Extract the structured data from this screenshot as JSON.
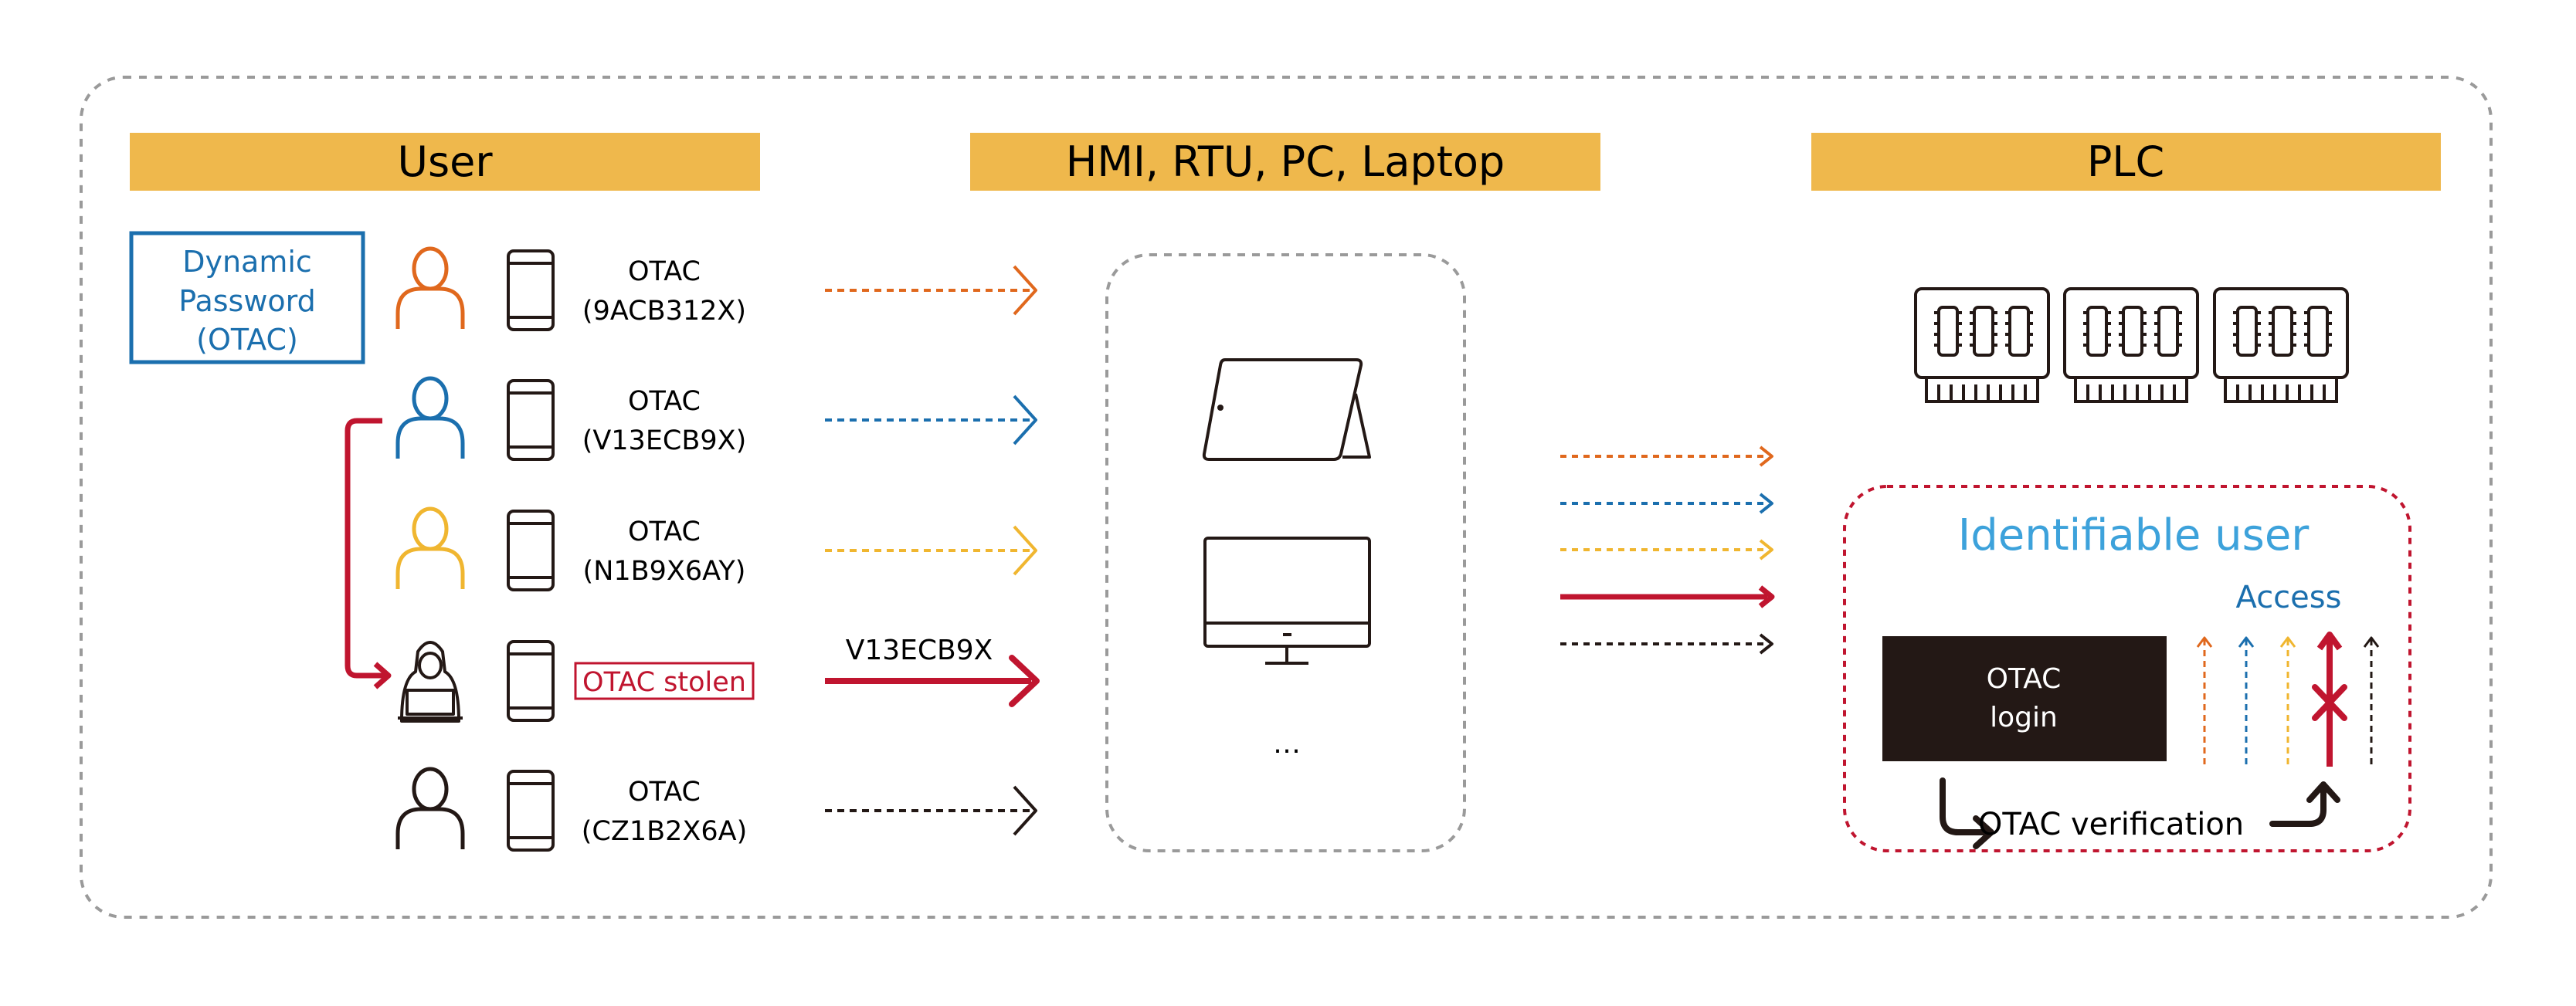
{
  "headers": {
    "user": "User",
    "devices": "HMI, RTU, PC, Laptop",
    "plc": "PLC"
  },
  "legend": {
    "line1": "Dynamic",
    "line2": "Password",
    "line3": "(OTAC)"
  },
  "users": [
    {
      "role": "user",
      "color": "#e0681d",
      "label1": "OTAC",
      "label2": "(9ACB312X)"
    },
    {
      "role": "user",
      "color": "#1b6fae",
      "label1": "OTAC",
      "label2": "(V13ECB9X)"
    },
    {
      "role": "user",
      "color": "#f0b630",
      "label1": "OTAC",
      "label2": "(N1B9X6AY)"
    },
    {
      "role": "attacker",
      "color": "#c0152f",
      "label1": "OTAC stolen",
      "label2": ""
    },
    {
      "role": "user",
      "color": "#231815",
      "label1": "OTAC",
      "label2": "(CZ1B2X6A)"
    }
  ],
  "stolen_code": "V13ECB9X",
  "device_ellipsis": "…",
  "identifiable": {
    "title": "Identifiable user",
    "access": "Access",
    "login1": "OTAC",
    "login2": "login",
    "verification": "OTAC verification"
  },
  "colors": {
    "header_bg": "#efb84c",
    "orange": "#e0681d",
    "blue": "#1b6fae",
    "yellow": "#f0b630",
    "red": "#c0152f",
    "black": "#231815",
    "title_blue": "#3da2db",
    "dashed_gray": "#9a9a9a"
  }
}
